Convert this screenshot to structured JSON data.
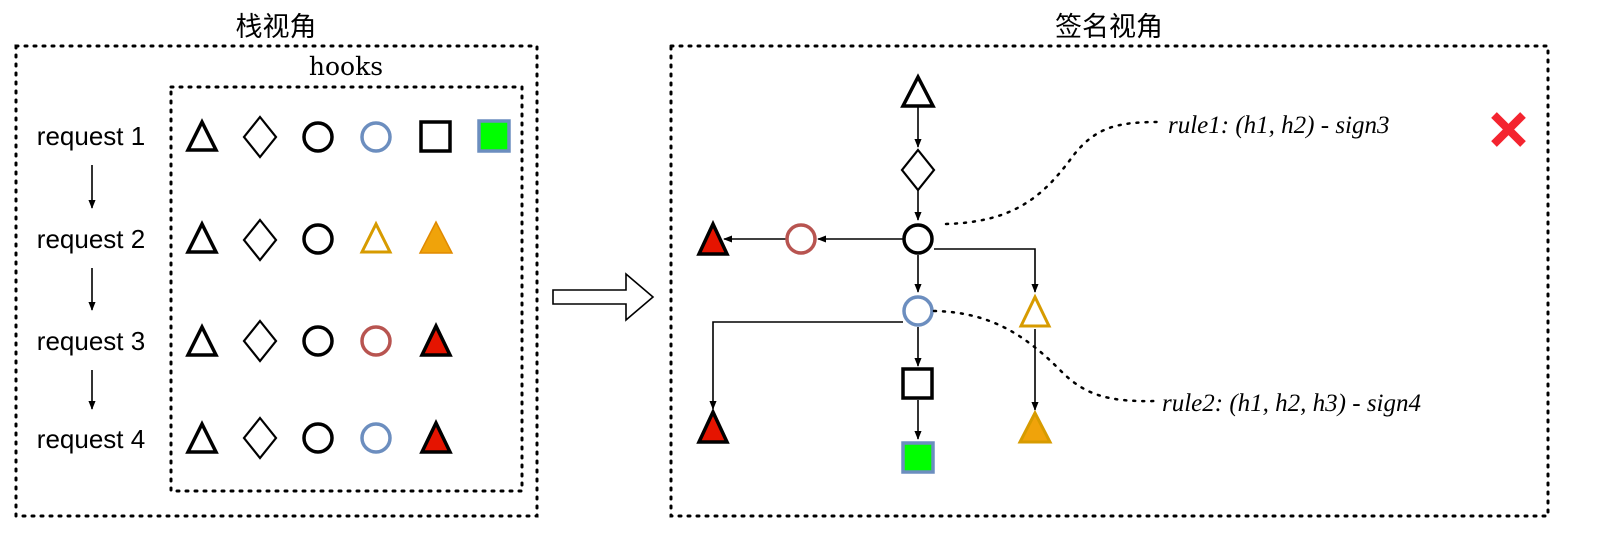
{
  "left_panel": {
    "title": "栈视角",
    "hooks_label": "hooks",
    "requests": [
      {
        "label": "request 1",
        "hooks": [
          "triangle-black",
          "diamond-black",
          "circle-black",
          "circle-blue",
          "square-black",
          "square-green"
        ]
      },
      {
        "label": "request 2",
        "hooks": [
          "triangle-black",
          "diamond-black",
          "circle-black",
          "triangle-gold",
          "triangle-orange"
        ]
      },
      {
        "label": "request 3",
        "hooks": [
          "triangle-black",
          "diamond-black",
          "circle-black",
          "circle-red",
          "triangle-red"
        ]
      },
      {
        "label": "request 4",
        "hooks": [
          "triangle-black",
          "diamond-black",
          "circle-black",
          "circle-blue",
          "triangle-red"
        ]
      }
    ]
  },
  "right_panel": {
    "title": "签名视角",
    "rule1": "rule1:  (h1, h2) - sign3",
    "rule2": "rule2:  (h1, h2, h3) - sign4",
    "rule1_status": "rejected"
  },
  "colors": {
    "black": "#000000",
    "blue": "#6c8ebf",
    "red_stroke": "#b85450",
    "red_fill": "#e51400",
    "gold": "#d79b00",
    "orange": "#f0a30a",
    "green": "#00ff00",
    "cross": "#f4242f"
  }
}
